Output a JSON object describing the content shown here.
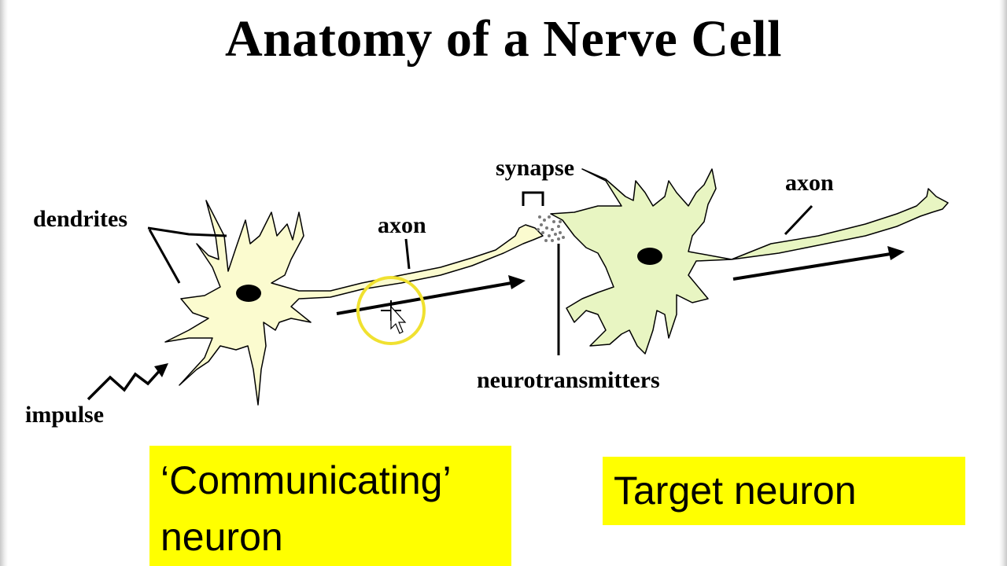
{
  "title": "Anatomy of a Nerve Cell",
  "labels": {
    "dendrites": "dendrites",
    "impulse": "impulse",
    "axon_left": "axon",
    "synapse": "synapse",
    "neurotransmitters": "neurotransmitters",
    "axon_right": "axon"
  },
  "boxes": {
    "communicating_line1": "‘Communicating’",
    "communicating_line2": "neuron",
    "target": "Target neuron"
  },
  "colors": {
    "neuron_left_fill": "#fbfbcf",
    "neuron_right_fill": "#e8f5c2",
    "box_fill": "#ffff00",
    "pointer_highlight": "#f0e130"
  }
}
